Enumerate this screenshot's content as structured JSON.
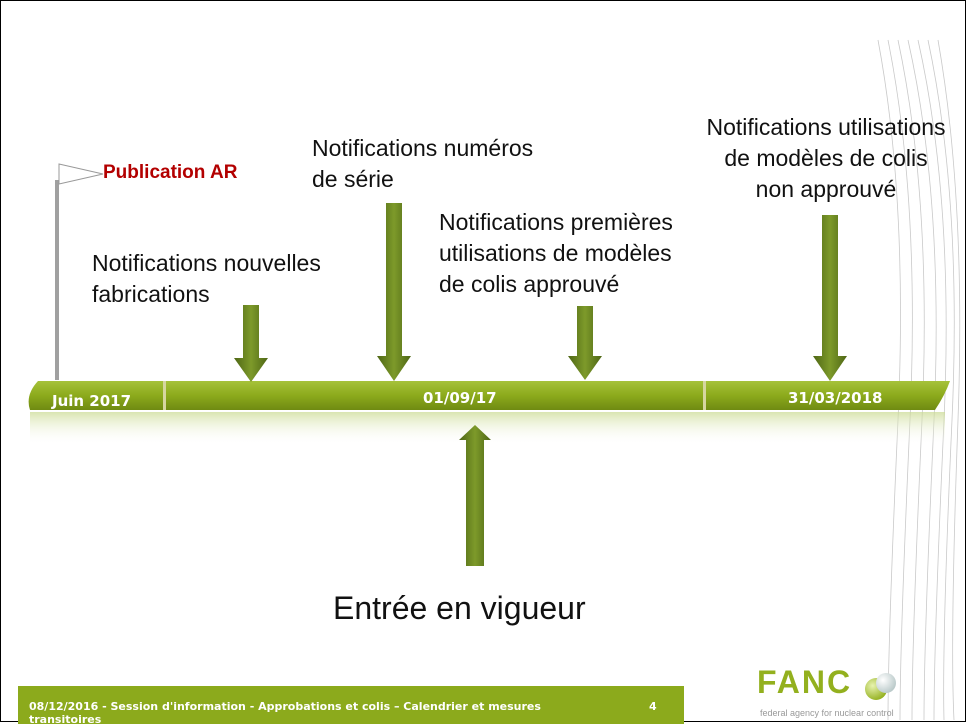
{
  "timeline": {
    "start_label": "Juin 2017",
    "mid_label": "01/09/17",
    "end_label": "31/03/2018"
  },
  "notes": {
    "publication": "Publication AR",
    "nouvelles_fabrications": [
      "Notifications nouvelles",
      "fabrications"
    ],
    "numeros_serie": [
      "Notifications numéros",
      "de série"
    ],
    "premieres_utilisations": [
      "Notifications premières",
      "utilisations de modèles",
      "de colis approuvé"
    ],
    "non_approuve": [
      "Notifications utilisations",
      "de modèles de colis",
      "non approuvé"
    ]
  },
  "entree": "Entrée en vigueur",
  "footer": {
    "text": "08/12/2016 - Session d'information - Approbations et colis – Calendrier et mesures transitoires",
    "page": "4"
  },
  "logo": {
    "name": "FANC",
    "tagline": "federal agency for nuclear control"
  },
  "colors": {
    "timeline_green": "#8caa1c",
    "arrow_green": "#5f7a1a",
    "publication_red": "#b30000"
  }
}
